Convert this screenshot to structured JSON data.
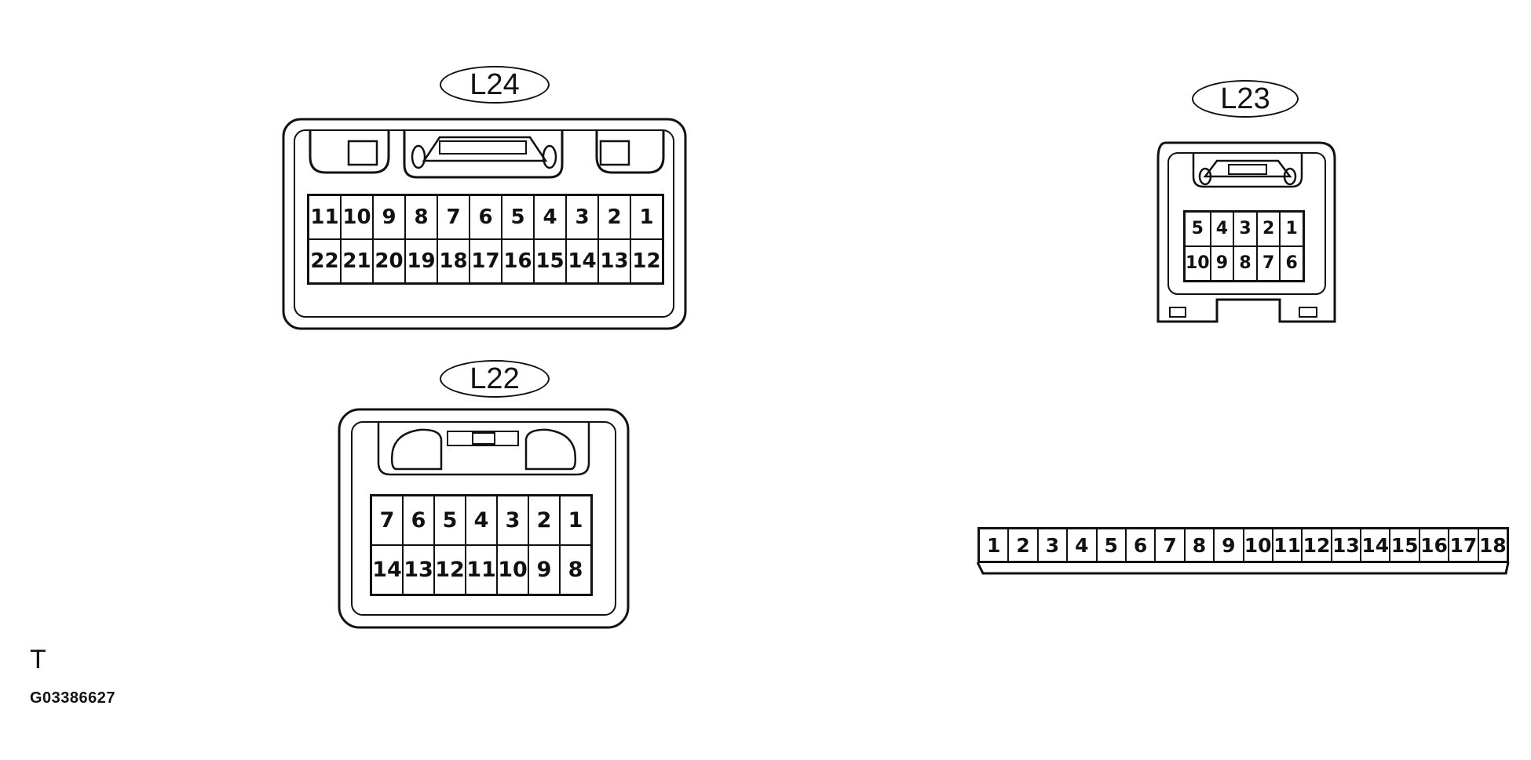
{
  "connectors": {
    "l24": {
      "label": "L24",
      "rows": [
        [
          "11",
          "10",
          "9",
          "8",
          "7",
          "6",
          "5",
          "4",
          "3",
          "2",
          "1"
        ],
        [
          "22",
          "21",
          "20",
          "19",
          "18",
          "17",
          "16",
          "15",
          "14",
          "13",
          "12"
        ]
      ]
    },
    "l23": {
      "label": "L23",
      "rows": [
        [
          "5",
          "4",
          "3",
          "2",
          "1"
        ],
        [
          "10",
          "9",
          "8",
          "7",
          "6"
        ]
      ]
    },
    "l22": {
      "label": "L22",
      "rows": [
        [
          "7",
          "6",
          "5",
          "4",
          "3",
          "2",
          "1"
        ],
        [
          "14",
          "13",
          "12",
          "11",
          "10",
          "9",
          "8"
        ]
      ]
    },
    "strip": {
      "rows": [
        [
          "1",
          "2",
          "3",
          "4",
          "5",
          "6",
          "7",
          "8",
          "9",
          "10",
          "11",
          "12",
          "13",
          "14",
          "15",
          "16",
          "17",
          "18"
        ]
      ]
    }
  },
  "footer": {
    "mark": "T",
    "code": "G03386627"
  }
}
